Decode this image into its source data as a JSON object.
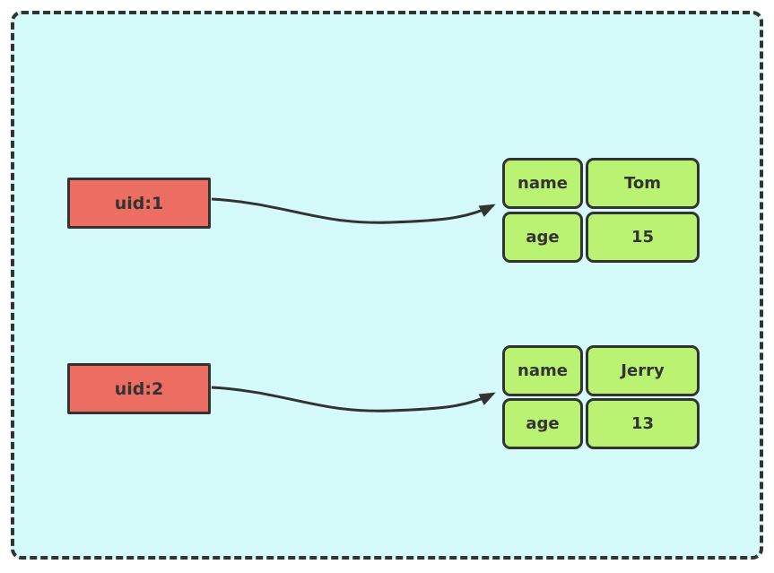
{
  "diagram": {
    "records": [
      {
        "key_label": "uid:1",
        "fields": [
          {
            "name": "name",
            "value": "Tom"
          },
          {
            "name": "age",
            "value": "15"
          }
        ]
      },
      {
        "key_label": "uid:2",
        "fields": [
          {
            "name": "name",
            "value": "Jerry"
          },
          {
            "name": "age",
            "value": "13"
          }
        ]
      }
    ],
    "colors": {
      "canvas_bg": "#D5FAFA",
      "key_fill": "#EC6E63",
      "field_fill": "#BAF371",
      "stroke": "#333333",
      "text_color": "#333333"
    }
  }
}
